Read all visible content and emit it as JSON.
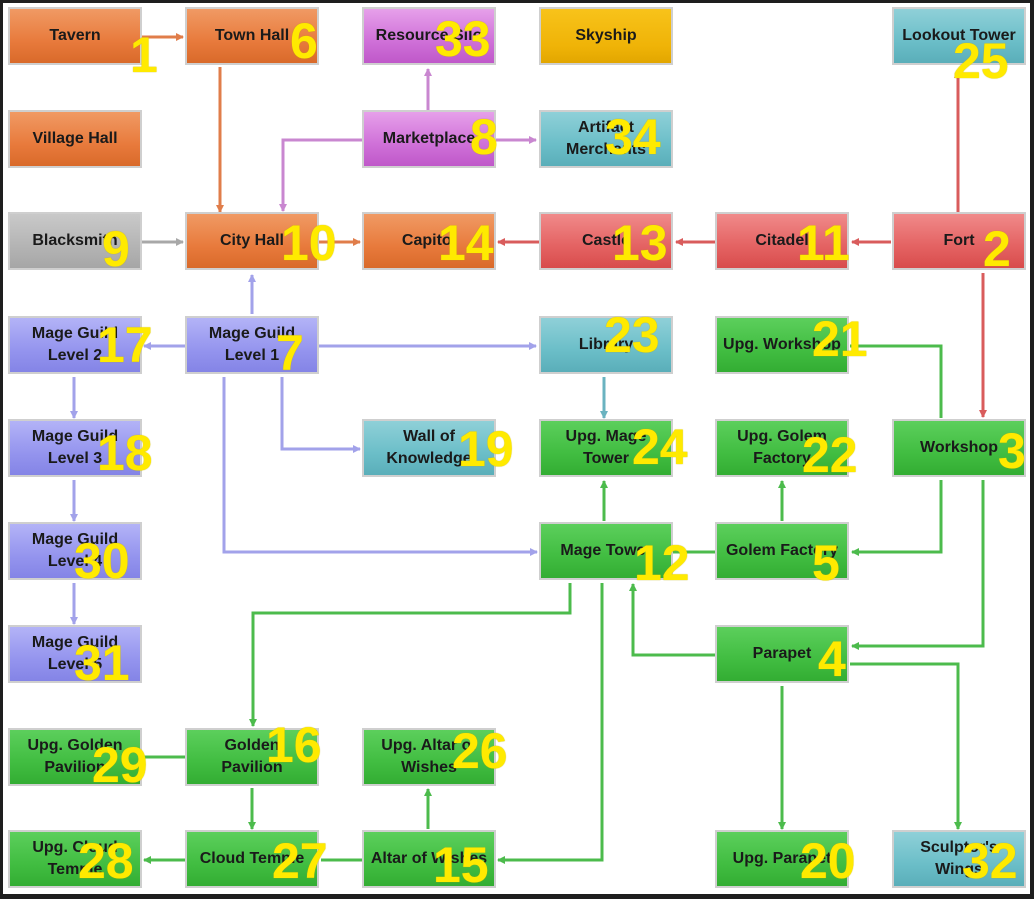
{
  "nodes": {
    "tavern": {
      "label": "Tavern",
      "number": "1"
    },
    "fort": {
      "label": "Fort",
      "number": "2"
    },
    "workshop": {
      "label": "Workshop",
      "number": "3"
    },
    "parapet": {
      "label": "Parapet",
      "number": "4"
    },
    "golem_factory": {
      "label": "Golem Factory",
      "number": "5"
    },
    "town_hall": {
      "label": "Town Hall",
      "number": "6"
    },
    "mage_guild_1": {
      "label": "Mage Guild Level 1",
      "number": "7"
    },
    "marketplace": {
      "label": "Marketplace",
      "number": "8"
    },
    "blacksmith": {
      "label": "Blacksmith",
      "number": "9"
    },
    "city_hall": {
      "label": "City Hall",
      "number": "10"
    },
    "citadel": {
      "label": "Citadel",
      "number": "11"
    },
    "mage_tower": {
      "label": "Mage Tower",
      "number": "12"
    },
    "castle": {
      "label": "Castle",
      "number": "13"
    },
    "capitol": {
      "label": "Capitol",
      "number": "14"
    },
    "altar_of_wishes": {
      "label": "Altar of Wishes",
      "number": "15"
    },
    "golden_pavilion": {
      "label": "Golden Pavilion",
      "number": "16"
    },
    "mage_guild_2": {
      "label": "Mage Guild Level 2",
      "number": "17"
    },
    "mage_guild_3": {
      "label": "Mage Guild Level 3",
      "number": "18"
    },
    "wall_of_knowledge": {
      "label": "Wall of Knowledge",
      "number": "19"
    },
    "upg_parapet": {
      "label": "Upg. Parapet",
      "number": "20"
    },
    "upg_workshop": {
      "label": "Upg. Workshop",
      "number": "21"
    },
    "upg_golem_factory": {
      "label": "Upg. Golem Factory",
      "number": "22"
    },
    "library": {
      "label": "Library",
      "number": "23"
    },
    "upg_mage_tower": {
      "label": "Upg. Mage Tower",
      "number": "24"
    },
    "lookout_tower": {
      "label": "Lookout Tower",
      "number": "25"
    },
    "upg_altar": {
      "label": "Upg. Altar of Wishes",
      "number": "26"
    },
    "cloud_temple": {
      "label": "Cloud Temple",
      "number": "27"
    },
    "upg_cloud_temple": {
      "label": "Upg. Cloud Temple",
      "number": "28"
    },
    "upg_golden_pavilion": {
      "label": "Upg. Golden Pavilion",
      "number": "29"
    },
    "mage_guild_4": {
      "label": "Mage Guild Level 4",
      "number": "30"
    },
    "mage_guild_5": {
      "label": "Mage Guild Level 5",
      "number": "31"
    },
    "sculptors_wings": {
      "label": "Sculptor's Wings",
      "number": "32"
    },
    "resource_silo": {
      "label": "Resource Silo",
      "number": "33"
    },
    "artifact_merchants": {
      "label": "Artifact Merchants",
      "number": "34"
    },
    "village_hall": {
      "label": "Village Hall"
    },
    "skyship": {
      "label": "Skyship"
    }
  },
  "colors": {
    "orange": "#e87a3c",
    "magenta": "#cf70d8",
    "gold": "#efb307",
    "teal": "#6bbec8",
    "gray": "#b4b4b4",
    "red": "#e46262",
    "purple": "#9494ee",
    "green": "#41bd41",
    "number": "#ffea00"
  }
}
